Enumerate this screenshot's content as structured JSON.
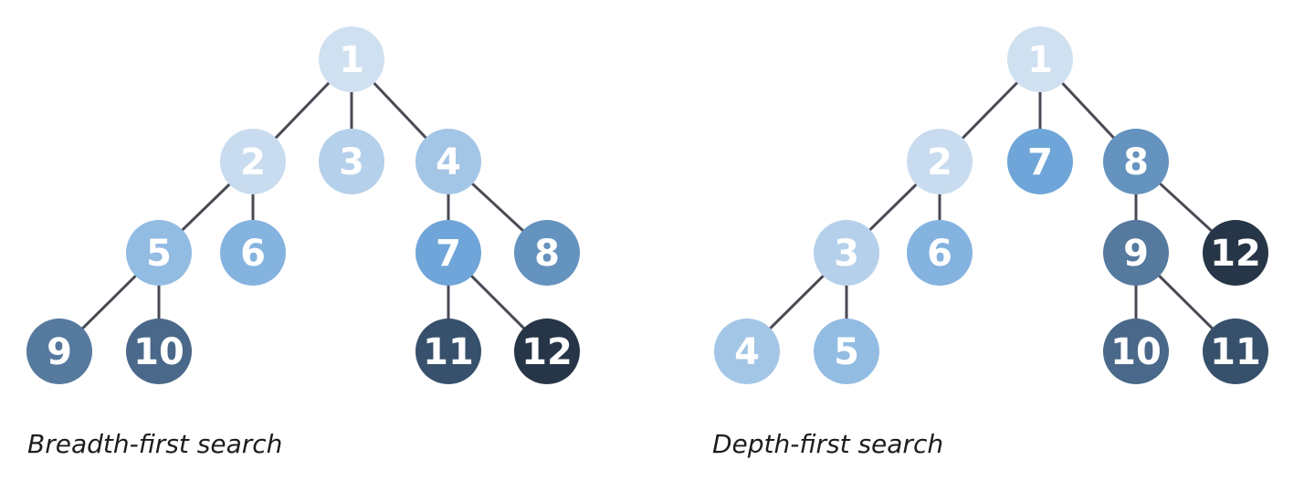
{
  "panels": [
    {
      "id": "bfs",
      "caption": "Breadth-first search",
      "nodes": [
        {
          "label": "1",
          "color": "#cfe0f0"
        },
        {
          "label": "2",
          "color": "#c9dcef"
        },
        {
          "label": "3",
          "color": "#b5d0ea"
        },
        {
          "label": "4",
          "color": "#a4c6e6"
        },
        {
          "label": "5",
          "color": "#93bce3"
        },
        {
          "label": "6",
          "color": "#85b3e0"
        },
        {
          "label": "7",
          "color": "#6fa5d8"
        },
        {
          "label": "8",
          "color": "#6593bf"
        },
        {
          "label": "9",
          "color": "#56799e"
        },
        {
          "label": "10",
          "color": "#4a6889"
        },
        {
          "label": "11",
          "color": "#37506b"
        },
        {
          "label": "12",
          "color": "#263547"
        }
      ],
      "edges": [
        [
          "1",
          "2"
        ],
        [
          "1",
          "3"
        ],
        [
          "1",
          "4"
        ],
        [
          "2",
          "5"
        ],
        [
          "2",
          "6"
        ],
        [
          "4",
          "7"
        ],
        [
          "4",
          "8"
        ],
        [
          "5",
          "9"
        ],
        [
          "5",
          "10"
        ],
        [
          "7",
          "11"
        ],
        [
          "7",
          "12"
        ]
      ]
    },
    {
      "id": "dfs",
      "caption": "Depth-first search",
      "nodes": [
        {
          "label": "1",
          "color": "#cfe0f0"
        },
        {
          "label": "2",
          "color": "#c9dcef"
        },
        {
          "label": "3",
          "color": "#b5d0ea"
        },
        {
          "label": "4",
          "color": "#a4c6e6"
        },
        {
          "label": "5",
          "color": "#93bce3"
        },
        {
          "label": "6",
          "color": "#85b3e0"
        },
        {
          "label": "7",
          "color": "#6fa5d8"
        },
        {
          "label": "8",
          "color": "#6593bf"
        },
        {
          "label": "9",
          "color": "#56799e"
        },
        {
          "label": "10",
          "color": "#4a6889"
        },
        {
          "label": "11",
          "color": "#37506b"
        },
        {
          "label": "12",
          "color": "#263547"
        }
      ],
      "edges": [
        [
          "1",
          "2"
        ],
        [
          "1",
          "7"
        ],
        [
          "1",
          "8"
        ],
        [
          "2",
          "3"
        ],
        [
          "2",
          "6"
        ],
        [
          "3",
          "4"
        ],
        [
          "3",
          "5"
        ],
        [
          "8",
          "9"
        ],
        [
          "8",
          "12"
        ],
        [
          "9",
          "10"
        ],
        [
          "9",
          "11"
        ]
      ]
    }
  ],
  "edge_color": "#4a4a55"
}
